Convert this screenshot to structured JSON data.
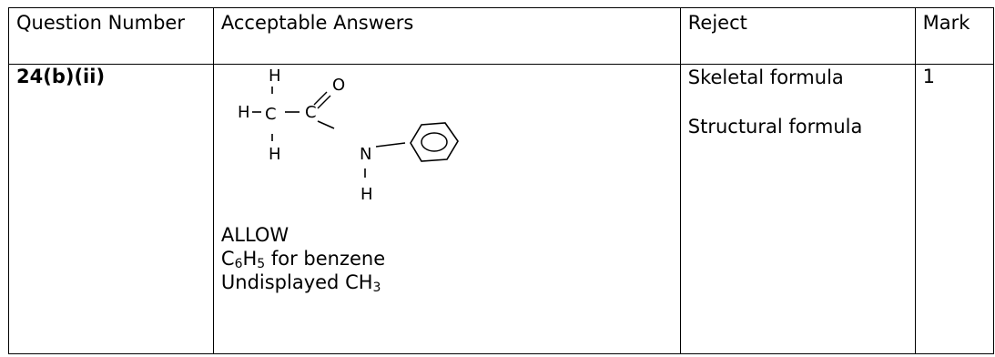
{
  "header": {
    "question_number": "Question Number",
    "acceptable_answers": "Acceptable Answers",
    "reject": "Reject",
    "mark": "Mark"
  },
  "row": {
    "question_number": "24(b)(ii)",
    "structure_atoms": {
      "h_top": "H",
      "h_left": "H",
      "c_methyl": "C",
      "c_carbonyl": "C",
      "o": "O",
      "h_bottom": "H",
      "n": "N",
      "h_amide": "H"
    },
    "allow_label": "ALLOW",
    "allow_line1": {
      "c": "C",
      "c_sub": "6",
      "h": "H",
      "h_sub": "5",
      "rest": " for benzene"
    },
    "allow_line2": {
      "text": "Undisplayed CH",
      "sub": "3"
    },
    "reject_items": [
      "Skeletal formula",
      "Structural formula"
    ],
    "mark": "1"
  }
}
